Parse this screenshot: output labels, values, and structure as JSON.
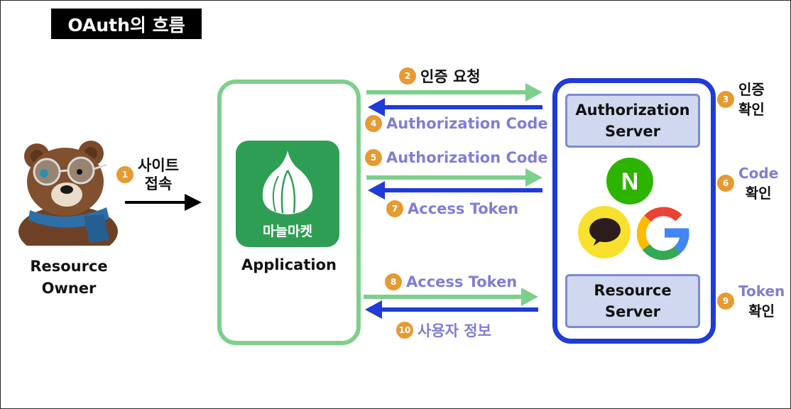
{
  "title": "OAuth의 흐름",
  "resource_owner": {
    "line1": "Resource",
    "line2": "Owner"
  },
  "step1": {
    "num": "1",
    "line1": "사이트",
    "line2": "접속"
  },
  "application": {
    "label": "Application",
    "icon_text": "마늘마켓"
  },
  "steps": {
    "s2": {
      "num": "2",
      "text": "인증 요청"
    },
    "s4": {
      "num": "4",
      "text": "Authorization Code"
    },
    "s5": {
      "num": "5",
      "text": "Authorization Code"
    },
    "s7": {
      "num": "7",
      "text": "Access Token"
    },
    "s8": {
      "num": "8",
      "text": "Access Token"
    },
    "s10": {
      "num": "10",
      "text": "사용자 정보"
    }
  },
  "auth_server": {
    "line1": "Authorization",
    "line2": "Server"
  },
  "resource_server": {
    "line1": "Resource",
    "line2": "Server"
  },
  "side_notes": {
    "s3": {
      "num": "3",
      "line1": "인증",
      "line2": "확인"
    },
    "s6": {
      "num": "6",
      "line1": "Code",
      "line2": "확인"
    },
    "s9": {
      "num": "9",
      "line1": "Token",
      "line2": "확인"
    }
  },
  "providers": {
    "naver_letter": "N"
  },
  "colors": {
    "green": "#7dcf8c",
    "blue": "#1f3bd8",
    "purple_text": "#7f7ed4",
    "badge": "#e69a32"
  },
  "icons": [
    "bear-photo",
    "garlic-icon",
    "naver-icon",
    "kakaotalk-icon",
    "google-icon"
  ]
}
